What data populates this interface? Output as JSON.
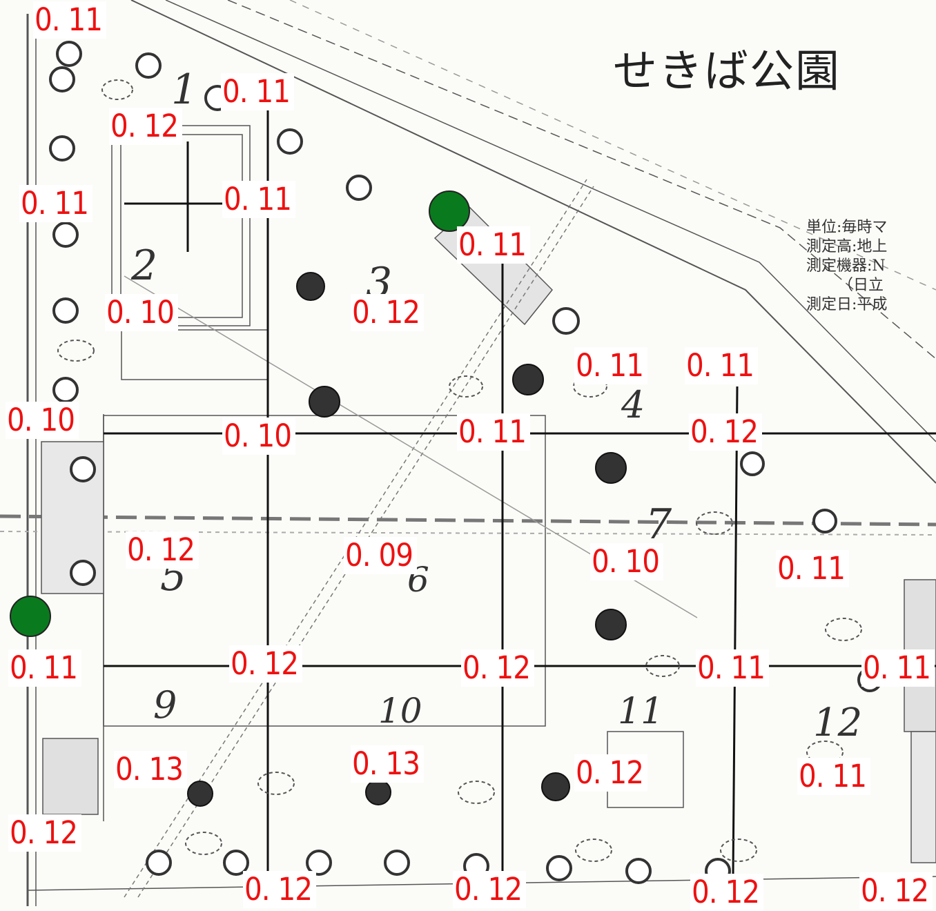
{
  "title": "せきば公園",
  "legend": {
    "unit": "単位:毎時マ",
    "height": "測定高:地上",
    "device": "測定機器:N",
    "device_sub": "（日立",
    "date": "測定日:平成"
  },
  "plots": [
    "1",
    "2",
    "3",
    "4",
    "5",
    "6",
    "7",
    "9",
    "10",
    "11",
    "12"
  ],
  "measurements": [
    "0. 11",
    "0. 11",
    "0. 12",
    "0. 11",
    "0. 11",
    "0. 11",
    "0. 10",
    "0. 12",
    "0. 11",
    "0. 11",
    "0. 10",
    "0. 10",
    "0. 11",
    "0. 12",
    "0. 12",
    "0. 09",
    "0. 10",
    "0. 11",
    "0. 11",
    "0. 12",
    "0. 12",
    "0. 11",
    "0. 11",
    "0. 13",
    "0. 13",
    "0. 12",
    "0. 11",
    "0. 12",
    "0. 12",
    "0. 12",
    "0. 12",
    "0. 12"
  ],
  "colors": {
    "value_text": "#ee1111",
    "marker": "#0a7a1e",
    "lines": "#111111"
  }
}
